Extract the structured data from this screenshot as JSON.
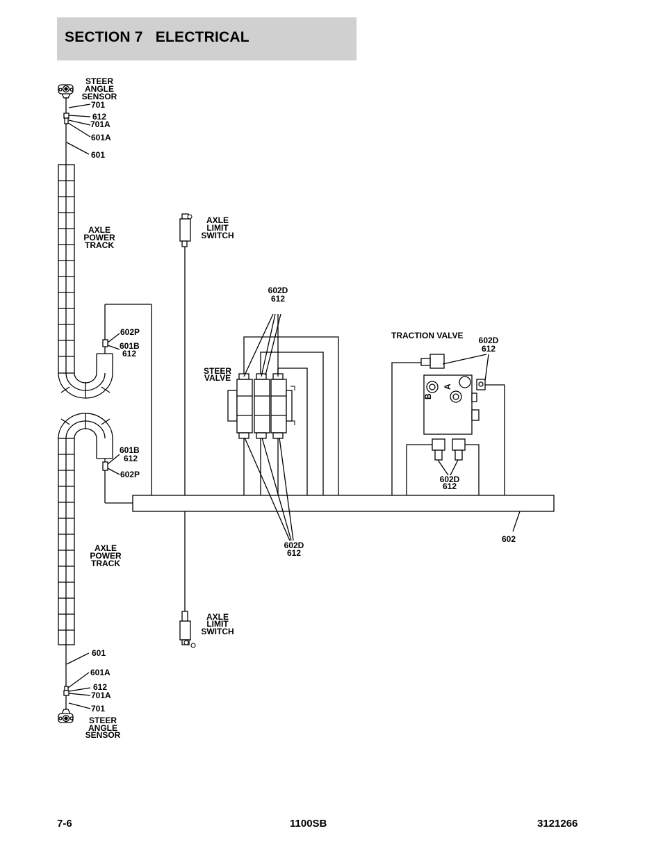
{
  "header": {
    "title": "SECTION 7   ELECTRICAL"
  },
  "labels": {
    "steer_sensor_top": [
      "STEER",
      "ANGLE",
      "SENSOR"
    ],
    "steer_sensor_bottom": [
      "STEER",
      "ANGLE",
      "SENSOR"
    ],
    "power_track_top": [
      "AXLE",
      "POWER",
      "TRACK"
    ],
    "power_track_bottom": [
      "AXLE",
      "POWER",
      "TRACK"
    ],
    "limit_switch_top": [
      "AXLE",
      "LIMIT",
      "SWITCH"
    ],
    "limit_switch_bottom": [
      "AXLE",
      "LIMIT",
      "SWITCH"
    ],
    "steer_valve": [
      "STEER",
      "VALVE"
    ],
    "traction_valve": "TRACTION VALVE"
  },
  "callouts": {
    "top_701": "701",
    "top_612": "612",
    "top_701a": "701A",
    "top_601a": "601A",
    "top_601": "601",
    "upper_602p": "602P",
    "upper_601b": "601B",
    "upper_612": "612",
    "lower_601b": "601B",
    "lower_612": "612",
    "lower_602p": "602P",
    "sv_top_602d": "602D",
    "sv_top_612": "612",
    "sv_bottom_602d": "602D",
    "sv_bottom_612": "612",
    "tv_top_602d": "602D",
    "tv_top_612": "612",
    "tv_bottom_602d": "602D",
    "tv_bottom_612": "612",
    "harness_602": "602",
    "bot_601": "601",
    "bot_601a": "601A",
    "bot_612": "612",
    "bot_701a": "701A",
    "bot_701": "701"
  },
  "port_marks": {
    "b": "B",
    "a": "A"
  },
  "footer": {
    "page": "7-6",
    "model": "1100SB",
    "doc_number": "3121266"
  }
}
